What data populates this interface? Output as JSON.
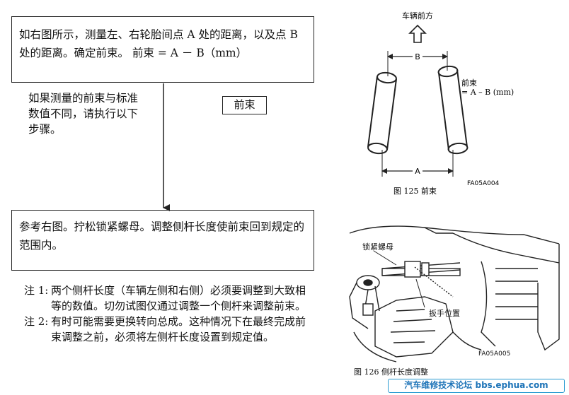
{
  "box1": {
    "text": "如右图所示，测量左、右轮胎间点 A 处的距离，以及点 B 处的距离。确定前束。 前束 = A － B（mm）"
  },
  "side_text": "如果测量的前束与标准数值不同，请执行以下步骤。",
  "label_box": "前束",
  "box2": {
    "text": "参考右图。拧松锁紧螺母。调整侧杆长度使前束回到规定的范围内。"
  },
  "notes": [
    {
      "tag": "注 1:",
      "body": "两个侧杆长度（车辆左侧和右侧）必须要调整到大致相等的数值。切勿试图仅通过调整一个侧杆来调整前束。"
    },
    {
      "tag": "注 2:",
      "body": "有时可能需要更换转向总成。这种情况下在最终完成前束调整之前，必须将左侧杆长度设置到规定值。"
    }
  ],
  "figure125": {
    "direction_label": "车辆前方",
    "label_b": "B",
    "label_a": "A",
    "formula_title": "前束",
    "formula": "= A – B (mm)",
    "code": "FA05A004",
    "caption": "图 125 前束"
  },
  "figure126": {
    "label_locknut": "锁紧螺母",
    "label_wrench": "扳手位置",
    "code": "FA05A005",
    "caption": "图 126 侧杆长度调整"
  },
  "footer": {
    "watermark": "汽车维修技术论坛 bbs.ephua.com"
  }
}
